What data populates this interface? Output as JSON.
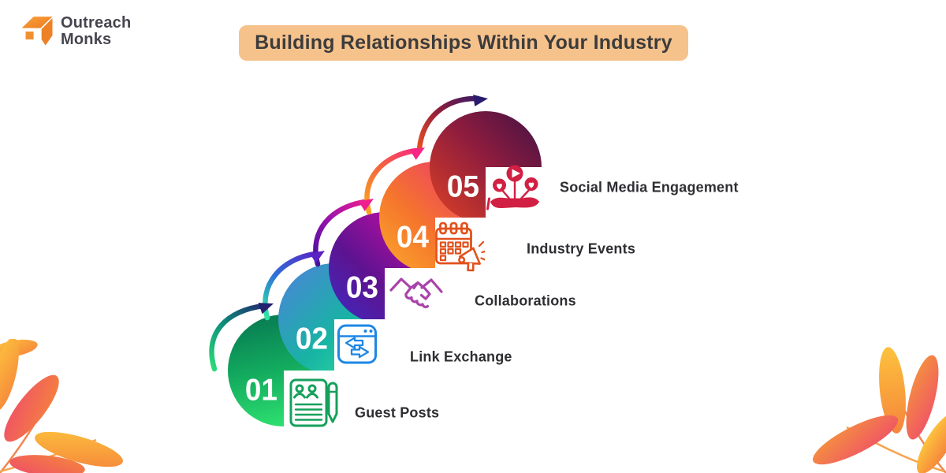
{
  "logo": {
    "name_line1": "Outreach",
    "name_line2": "Monks"
  },
  "title": "Building Relationships Within Your Industry",
  "steps": [
    {
      "number": "01",
      "label": "Guest Posts",
      "icon": "guest-posts-document-icon",
      "gradient": "linear-gradient(168deg, #087a52 5%, #12a85e 45%, #30e571 95%)",
      "accent": "#16a05c"
    },
    {
      "number": "02",
      "label": "Link Exchange",
      "icon": "link-exchange-browser-icon",
      "gradient": "linear-gradient(135deg, #4a85d8 5%, #18b3a4 55%, #2ee49a 100%)",
      "accent": "#1d87e4"
    },
    {
      "number": "03",
      "label": "Collaborations",
      "icon": "handshake-icon",
      "gradient": "linear-gradient(45deg, #3b2bc4 0%, #5e1390 40%, #a90f9f 75%, #ee1f93 100%)",
      "accent": "#a944aa"
    },
    {
      "number": "04",
      "label": "Industry Events",
      "icon": "calendar-megaphone-icon",
      "gradient": "linear-gradient(45deg, #fbab2c 0%, #f5762c 40%, #ee3f67 85%, #ec2f72 100%)",
      "accent": "#e2511c"
    },
    {
      "number": "05",
      "label": "Social Media Engagement",
      "icon": "hand-social-icons-icon",
      "gradient": "linear-gradient(225deg, #4a1344 5%, #8e1c3e 45%, #d03b28 90%, #e05b28 100%)",
      "accent": "#d22044"
    }
  ],
  "arrows": [
    {
      "from": "#2bd977",
      "mid": "#0e8f7a",
      "to": "#23206e"
    },
    {
      "from": "#2ee6a2",
      "mid": "#2f6fd8",
      "to": "#5a21c4"
    },
    {
      "from": "#45129b",
      "mid": "#9912ad",
      "to": "#ef1f8e"
    },
    {
      "from": "#f9a522",
      "mid": "#f4653e",
      "to": "#f72585"
    },
    {
      "from": "#e84f24",
      "mid": "#8f1d3c",
      "to": "#2b1b6e"
    }
  ],
  "colors": {
    "background": "#ffffff",
    "title_bg": "#f6c28c",
    "title_text": "#3c3c3c",
    "label_text": "#2e2e33",
    "number_text": "#ffffff",
    "logo_orange": "#ef8432",
    "logo_text": "#45454f",
    "leaf_yellow": "#fdc23d",
    "leaf_orange": "#f5853c",
    "leaf_pink": "#ef4f68"
  }
}
